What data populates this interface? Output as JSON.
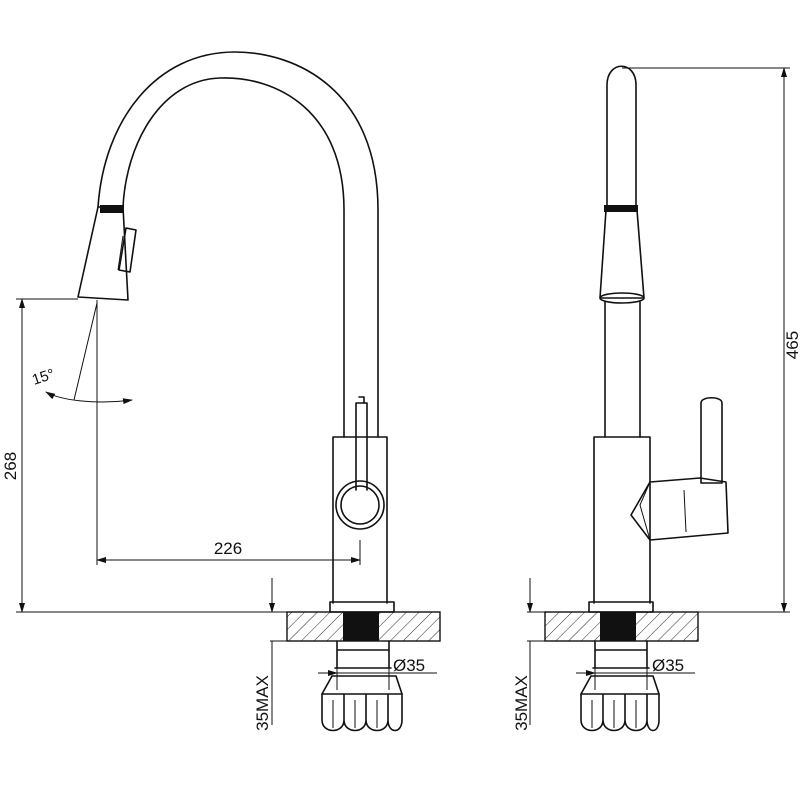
{
  "dimensions": {
    "height_left": "268",
    "reach": "226",
    "angle": "15°",
    "hole_left": "Ø35",
    "hole_right": "Ø35",
    "thickness_left": "35MAX",
    "thickness_right": "35MAX",
    "height_right": "465"
  }
}
